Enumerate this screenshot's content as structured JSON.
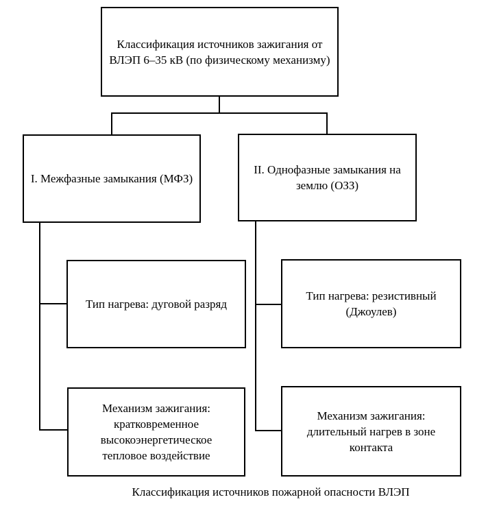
{
  "diagram": {
    "nodes": {
      "root": "Классификация источников зажигания от ВЛЭП 6–35 кВ (по физическому механизму)",
      "branch_mfz": "I. Межфазные замыкания (МФЗ)",
      "branch_ozz": "II. Однофазные замыкания на землю (ОЗЗ)",
      "mfz_heating": "Тип нагрева: дуговой разряд",
      "ozz_heating": "Тип нагрева: резистивный (Джоулев)",
      "mfz_mechanism": "Механизм зажигания: кратковременное высокоэнергетическое тепловое воздействие",
      "ozz_mechanism": "Механизм зажигания: длительный нагрев в зоне контакта"
    },
    "caption": "Классификация источников пожарной опасности ВЛЭП",
    "colors": {
      "line": "#000000",
      "background": "#ffffff",
      "text": "#000000"
    }
  }
}
